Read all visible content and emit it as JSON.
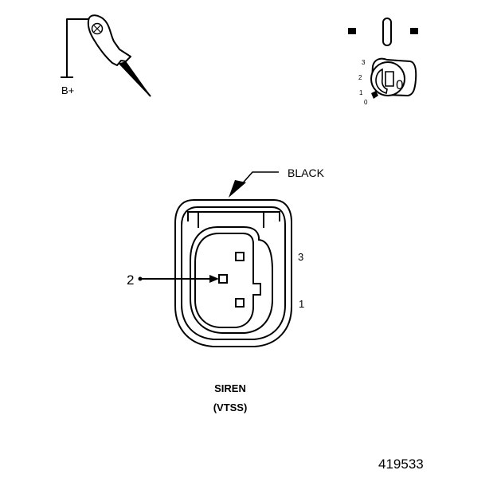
{
  "probe": {
    "supply_label": "B+"
  },
  "ignition_switch": {
    "position_labels": [
      "3",
      "2",
      "1",
      "0"
    ],
    "key_marking": "0"
  },
  "connector": {
    "color_label": "BLACK",
    "pin_callout": "2",
    "pin_labels": [
      "3",
      "1"
    ],
    "name": "SIREN",
    "subtitle": "(VTSS)"
  },
  "figure_number": "419533",
  "colors": {
    "ink": "#000000",
    "background": "#ffffff"
  }
}
